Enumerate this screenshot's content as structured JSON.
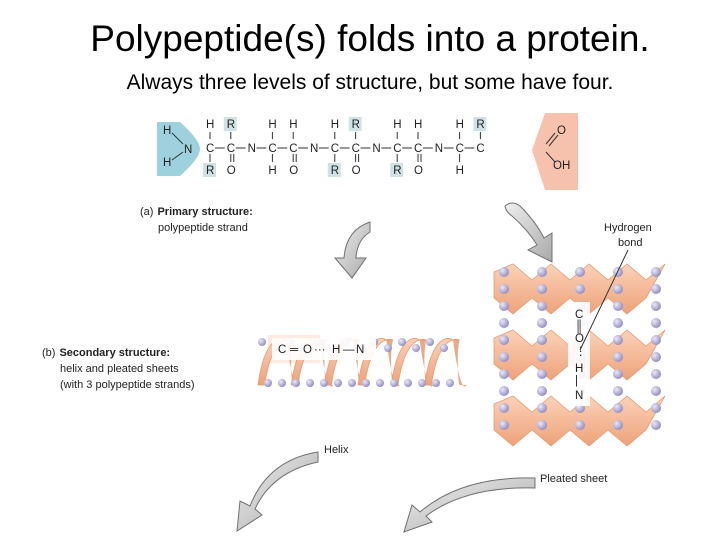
{
  "slide": {
    "title": "Polypeptide(s) folds into a protein.",
    "subtitle": "Always three levels of structure, but some have four."
  },
  "figure": {
    "primary": {
      "letter": "(a)",
      "heading": "Primary structure:",
      "description": "polypeptide strand"
    },
    "secondary": {
      "letter": "(b)",
      "heading": "Secondary structure:",
      "description_lines": [
        "helix and pleated sheets",
        "(with 3 polypeptide strands)"
      ]
    },
    "callouts": {
      "hydrogen_bond": [
        "Hydrogen",
        "bond"
      ],
      "helix": "Helix",
      "pleated_sheet": "Pleated sheet"
    },
    "helix_bond": {
      "left": "C",
      "bond1": "═",
      "o": "O",
      "dots": "···",
      "h": "H",
      "dash": "—",
      "n": "N"
    },
    "sheet_bond": [
      "C",
      "║",
      "O",
      "⋮",
      "H",
      "|",
      "N"
    ],
    "chain": {
      "amino": {
        "h_top": "H",
        "n": "N",
        "h_bottom": "H"
      },
      "carboxyl": {
        "o": "O",
        "oh": "OH"
      },
      "backbone": [
        "C",
        "C",
        "N",
        "C",
        "C",
        "N",
        "C",
        "C",
        "N",
        "C",
        "C",
        "N",
        "C",
        "C"
      ],
      "above": [
        "H",
        "R",
        "",
        "H",
        "H",
        "",
        "H",
        "R",
        "",
        "H",
        "H",
        "",
        "H",
        "R"
      ],
      "below": [
        "R",
        "O",
        "",
        "H",
        "O",
        "",
        "R",
        "O",
        "",
        "R",
        "O",
        "",
        "H",
        ""
      ],
      "highlight_r": "#cfe3e6",
      "amino_color": "#9cd1dd",
      "carboxyl_color": "#f7c2ad"
    },
    "colors": {
      "ribbon": "#f5b894",
      "ribbon_dark": "#e89a70",
      "atom_ball": "#b8b4d8",
      "arrow_fill": "#c9c9c9",
      "arrow_stroke": "#6f6f6f"
    }
  }
}
